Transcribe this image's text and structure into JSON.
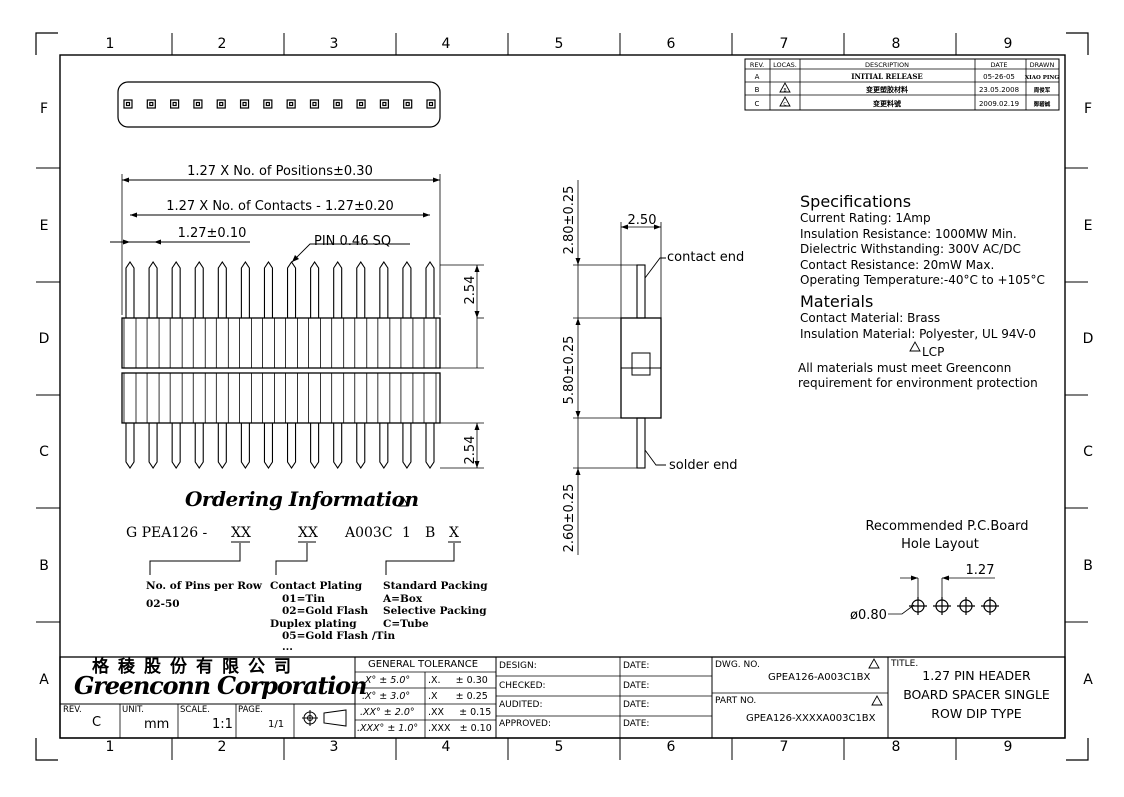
{
  "border": {
    "columns": [
      "1",
      "2",
      "3",
      "4",
      "5",
      "6",
      "7",
      "8",
      "9"
    ],
    "rows": [
      "F",
      "E",
      "D",
      "C",
      "B",
      "A"
    ]
  },
  "revision_table": {
    "headers": [
      "REV.",
      "LOCAS.",
      "DESCRIPTION",
      "DATE",
      "DRAWN"
    ],
    "rows": [
      {
        "rev": "A",
        "locas": "",
        "description": "INITIAL RELEASE",
        "date": "05-26-05",
        "drawn": "XIAO PING"
      },
      {
        "rev": "B",
        "locas": "B",
        "description": "变更塑胶材料",
        "date": "23.05.2008",
        "drawn": "周俊军"
      },
      {
        "rev": "C",
        "locas": "C",
        "description": "变更料號",
        "date": "2009.02.19",
        "drawn": "鄭碧誠"
      }
    ]
  },
  "front_view": {
    "dim_positions": "1.27 X No. of Positions±0.30",
    "dim_contacts": "1.27 X No. of Contacts - 1.27±0.20",
    "dim_pitch": "1.27±0.10",
    "pin_note": "PIN 0.46 SQ",
    "dim_top": "2.54",
    "dim_bottom": "2.54",
    "pin_count": 14
  },
  "side_view": {
    "dim_width": "2.50",
    "dim_top": "2.80±0.25",
    "dim_middle": "5.80±0.25",
    "dim_bottom": "2.60±0.25",
    "contact_label": "contact end",
    "solder_label": "solder end"
  },
  "specifications": {
    "title": "Specifications",
    "lines": [
      "Current Rating:  1Amp",
      "Insulation Resistance:  1000MW Min.",
      "Dielectric Withstanding:  300V AC/DC",
      "Contact Resistance:  20mW Max.",
      "Operating Temperature:-40°C to +105°C"
    ],
    "materials_title": "Materials",
    "material_lines": [
      "Contact Material: Brass",
      "Insulation Material: Polyester, UL 94V-0"
    ],
    "lcp": "LCP",
    "note_lines": [
      "All materials must meet Greenconn",
      "requirement for environment protection"
    ]
  },
  "ordering": {
    "title": "Ordering Information",
    "code": {
      "prefix": "G PEA126 -",
      "a": "XX",
      "b": "XX",
      "c": "A003C",
      "d": "1",
      "e": "B",
      "f": "X"
    },
    "pins": [
      "No. of Pins per Row",
      "02-50"
    ],
    "plating": [
      "Contact Plating",
      "01=Tin",
      "02=Gold Flash",
      "Duplex plating",
      "05=Gold Flash /Tin",
      "..."
    ],
    "packing": [
      "Standard Packing",
      "A=Box",
      "Selective Packing",
      "C=Tube"
    ]
  },
  "pcb": {
    "title_line1": "Recommended P.C.Board",
    "title_line2": "Hole Layout",
    "dim_pitch": "1.27",
    "dim_hole": "ø0.80"
  },
  "title_block": {
    "company_cn": "格稜股份有限公司",
    "company_en": "Greenconn Corporation",
    "rev_label": "REV.",
    "rev": "C",
    "unit_label": "UNIT.",
    "unit": "mm",
    "scale_label": "SCALE.",
    "scale": "1:1",
    "page_label": "PAGE.",
    "page": "1/1",
    "tolerance_title": "GENERAL  TOLERANCE",
    "tolerance_left": [
      ".X° ± 5.0°",
      ".X° ± 3.0°",
      ".XX° ± 2.0°",
      ".XXX° ± 1.0°"
    ],
    "tolerance_right": [
      ".X.     ± 0.30",
      ".X      ± 0.25",
      ".XX     ± 0.15",
      ".XXX   ± 0.10"
    ],
    "design": "DESIGN:",
    "checked": "CHECKED:",
    "audited": "AUDITED:",
    "approved": "APPROVED:",
    "date": "DATE:",
    "dwg_label": "DWG. NO.",
    "dwg": "GPEA126-A003C1BX",
    "part_label": "PART NO.",
    "part": "GPEA126-XXXXA003C1BX",
    "title_label": "TITLE.",
    "title_lines": [
      "1.27 PIN HEADER",
      "BOARD SPACER SINGLE",
      "ROW DIP TYPE"
    ]
  }
}
